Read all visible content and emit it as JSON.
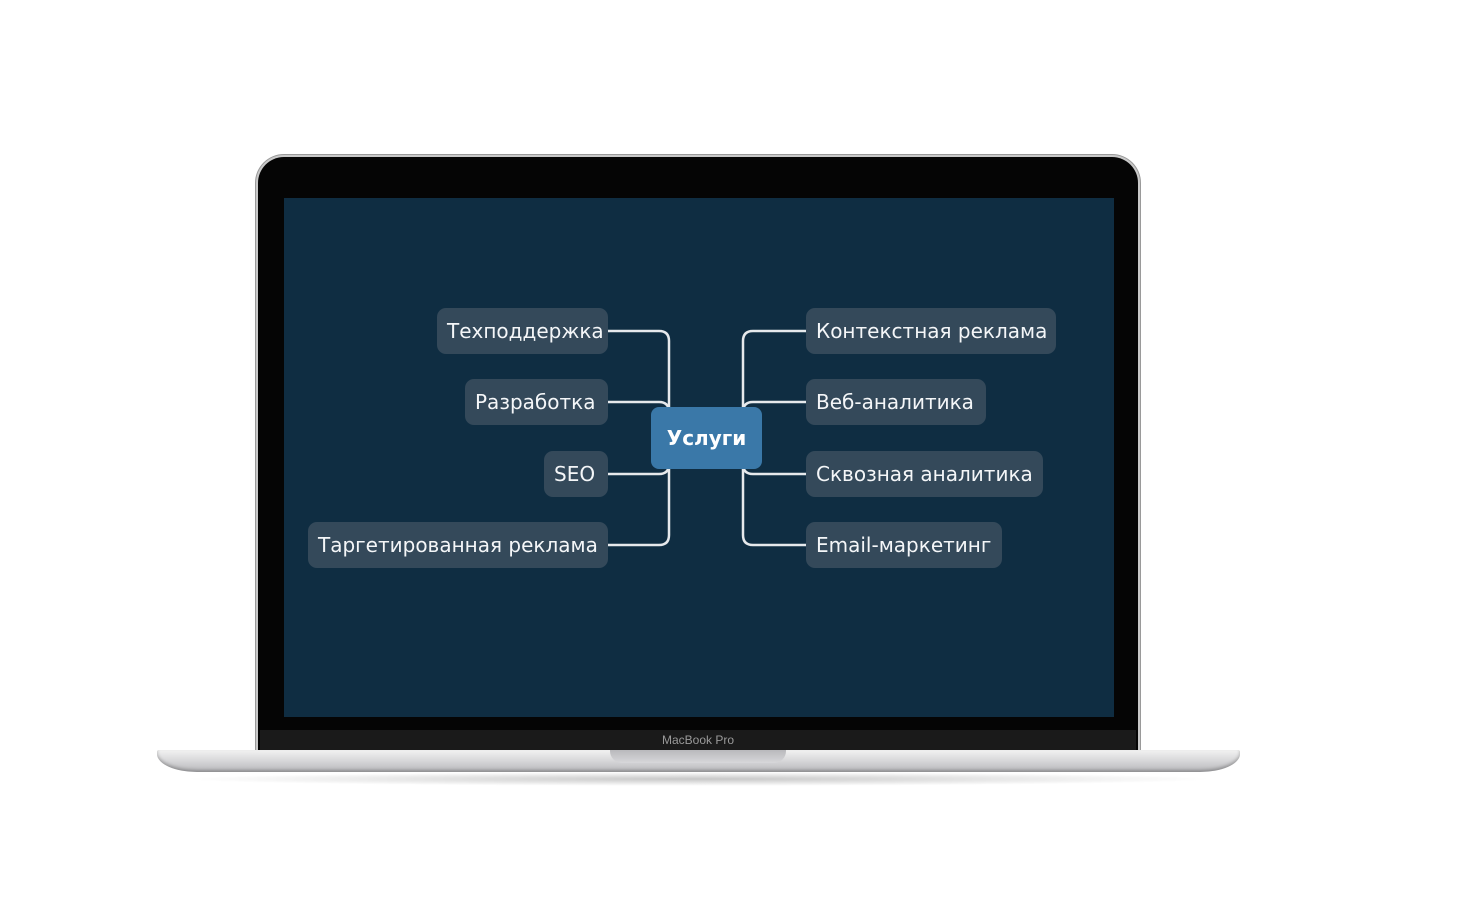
{
  "device": {
    "brand_label": "MacBook Pro"
  },
  "mindmap": {
    "center": "Услуги",
    "left_branches": [
      "Техподдержка",
      "Разработка",
      "SEO",
      "Таргетированная реклама"
    ],
    "right_branches": [
      "Контекстная реклама",
      "Веб-аналитика",
      "Сквозная аналитика",
      "Email-маркетинг"
    ]
  },
  "colors": {
    "screen_background": "#0f2d42",
    "node_fill": "#34495a",
    "center_fill": "#3a78a8",
    "connector": "#e6e9ec"
  }
}
